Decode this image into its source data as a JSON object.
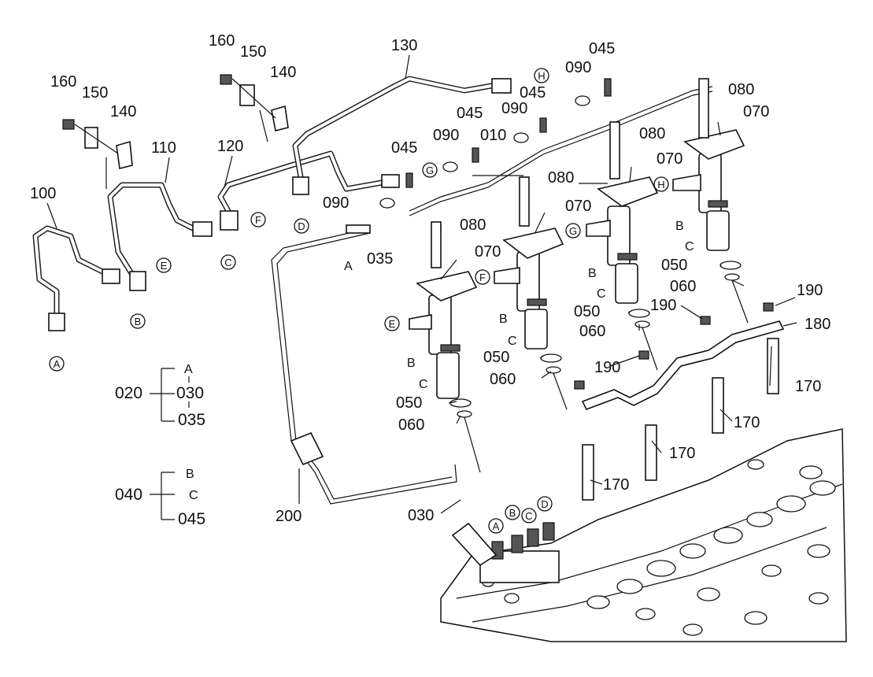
{
  "labels": {
    "p100": "100",
    "p110": "110",
    "p120": "120",
    "p130": "130",
    "p140a": "140",
    "p140b": "140",
    "p150a": "150",
    "p150b": "150",
    "p160a": "160",
    "p160b": "160",
    "p010": "010",
    "p035": "035",
    "p045a": "045",
    "p045b": "045",
    "p045c": "045",
    "p045d": "045",
    "p090a": "090",
    "p090b": "090",
    "p090c": "090",
    "p090d": "090",
    "p080a": "080",
    "p080b": "080",
    "p080c": "080",
    "p080d": "080",
    "p070a": "070",
    "p070b": "070",
    "p070c": "070",
    "p070d": "070",
    "p050a": "050",
    "p050b": "050",
    "p050c": "050",
    "p050d": "050",
    "p060a": "060",
    "p060b": "060",
    "p060c": "060",
    "p060d": "060",
    "p170a": "170",
    "p170b": "170",
    "p170c": "170",
    "p170d": "170",
    "p180": "180",
    "p190a": "190",
    "p190b": "190",
    "p190c": "190",
    "p200": "200",
    "p030": "030",
    "letterA": "A",
    "letterB1": "B",
    "letterB2": "B",
    "letterB3": "B",
    "letterB4": "B",
    "letterC1": "C",
    "letterC2": "C",
    "letterC3": "C",
    "letterC4": "C"
  },
  "callouts": {
    "A": "A",
    "B": "B",
    "C": "C",
    "D": "D",
    "E": "E",
    "F": "F",
    "G": "G",
    "H": "H"
  },
  "groups": {
    "g020": {
      "main": "020",
      "a": "A",
      "b": "030",
      "c": "035"
    },
    "g040": {
      "main": "040",
      "a": "B",
      "b": "C",
      "c": "045"
    }
  }
}
